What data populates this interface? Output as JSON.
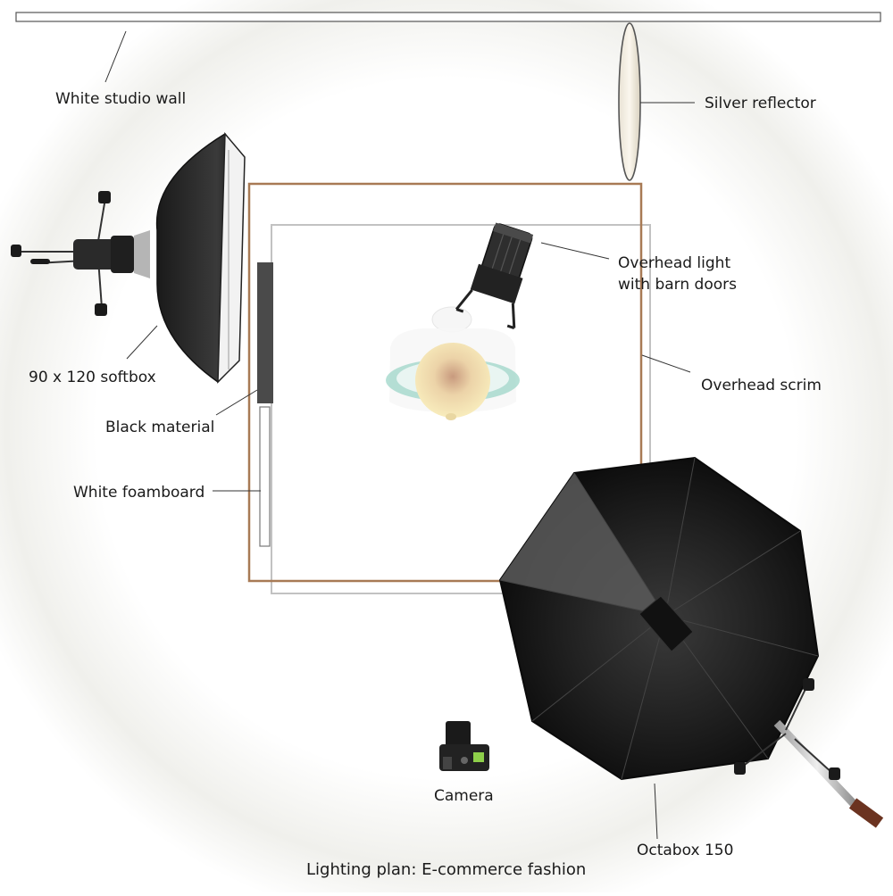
{
  "labels": {
    "wall": "White studio wall",
    "reflector": "Silver reflector",
    "overhead_light_line1": "Overhead light",
    "overhead_light_line2": "with barn doors",
    "softbox": "90 x 120 softbox",
    "black_material": "Black material",
    "foamboard": "White foamboard",
    "scrim": "Overhead scrim",
    "camera": "Camera",
    "octabox": "Octabox 150"
  },
  "caption": "Lighting plan: E-commerce fashion",
  "colors": {
    "floor_shadow": "#efefea",
    "scrim_outline": "#a87a55",
    "floor_outline": "#bdbdbd",
    "black_material": "#4a4a4a",
    "octabox_outer": "#1c1c1c",
    "softbox_body": "#2b2b2b",
    "bulb_glow": "#f3e2a6",
    "model_ring": "#9ed6c8",
    "grip_brown": "#6b3320"
  },
  "icons": [
    "softbox-stand-icon",
    "overhead-light-icon",
    "lightbulb-icon",
    "octabox-icon",
    "camera-icon",
    "reflector-icon"
  ]
}
